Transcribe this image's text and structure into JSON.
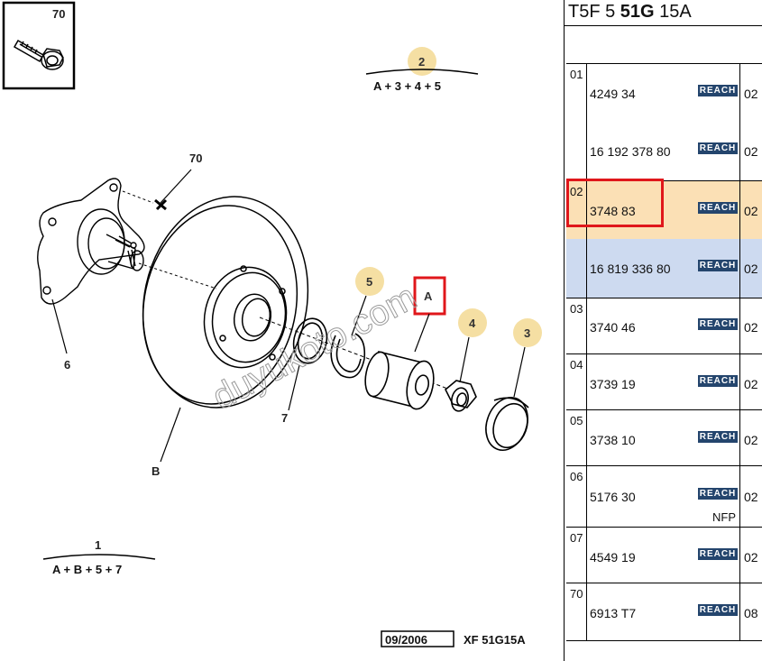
{
  "diagram": {
    "callouts": {
      "inset_number": "70",
      "screw": "70",
      "hub": "6",
      "disc": "B",
      "circlip": "7",
      "bubble_5": "5",
      "box_a": "A",
      "bubble_4": "4",
      "bubble_3": "3",
      "bubble_2": "2",
      "label_1": "1"
    },
    "formulas": {
      "top": "A + 3 + 4 + 5",
      "bottom": "A + B + 5 + 7"
    },
    "watermark": "duyukoto.com",
    "footer": {
      "date": "09/2006",
      "code": "XF 51G15A"
    }
  },
  "panel": {
    "title_pre": "T5F 5 ",
    "title_bold": "51G",
    "title_post": " 15A",
    "badge_text": "REACH",
    "rows": [
      {
        "group": "01",
        "ref": "4249 34",
        "qty": "02"
      },
      {
        "group": "",
        "ref": "16 192 378 80",
        "qty": "02"
      },
      {
        "group": "02",
        "ref": "3748 83",
        "qty": "02"
      },
      {
        "group": "",
        "ref": "16 819 336 80",
        "qty": "02"
      },
      {
        "group": "03",
        "ref": "3740 46",
        "qty": "02"
      },
      {
        "group": "04",
        "ref": "3739 19",
        "qty": "02"
      },
      {
        "group": "05",
        "ref": "3738 10",
        "qty": "02"
      },
      {
        "group": "06",
        "ref": "5176 30",
        "qty": "02",
        "note": "NFP"
      },
      {
        "group": "07",
        "ref": "4549 19",
        "qty": "02"
      },
      {
        "group": "70",
        "ref": "6913 T7",
        "qty": "08"
      }
    ]
  },
  "colors": {
    "highlight_orange": "#fbe0b5",
    "highlight_blue": "#cddaf0",
    "badge_bg": "#24456d",
    "callout_bubble": "#f5dfa3",
    "red_frame": "#e0171b"
  }
}
